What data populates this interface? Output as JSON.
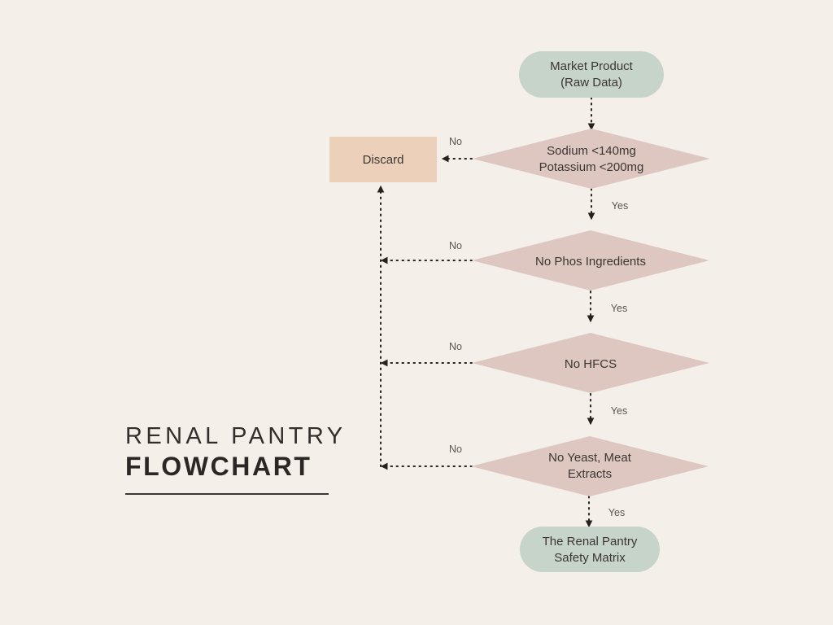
{
  "theme": {
    "background": "#f4efe9",
    "terminal_fill": "#c7d4ca",
    "decision_fill": "#ddc7c0",
    "discard_fill": "#ecd0ba",
    "text_color": "#3b3633",
    "line_color": "#27211d"
  },
  "title": {
    "line1": "RENAL PANTRY",
    "line2": "FLOWCHART"
  },
  "nodes": {
    "start": {
      "shape": "terminal",
      "line1": "Market Product",
      "line2": "(Raw Data)"
    },
    "discard": {
      "shape": "process",
      "label": "Discard"
    },
    "decision1": {
      "shape": "decision",
      "line1": "Sodium <140mg",
      "line2": "Potassium <200mg"
    },
    "decision2": {
      "shape": "decision",
      "line1": "No Phos Ingredients",
      "line2": ""
    },
    "decision3": {
      "shape": "decision",
      "line1": "No HFCS",
      "line2": ""
    },
    "decision4": {
      "shape": "decision",
      "line1": "No Yeast, Meat",
      "line2": "Extracts"
    },
    "end": {
      "shape": "terminal",
      "line1": "The Renal Pantry",
      "line2": "Safety Matrix"
    }
  },
  "edge_labels": {
    "no1": "No",
    "no2": "No",
    "no3": "No",
    "no4": "No",
    "yes1": "Yes",
    "yes2": "Yes",
    "yes3": "Yes",
    "yes4": "Yes"
  }
}
